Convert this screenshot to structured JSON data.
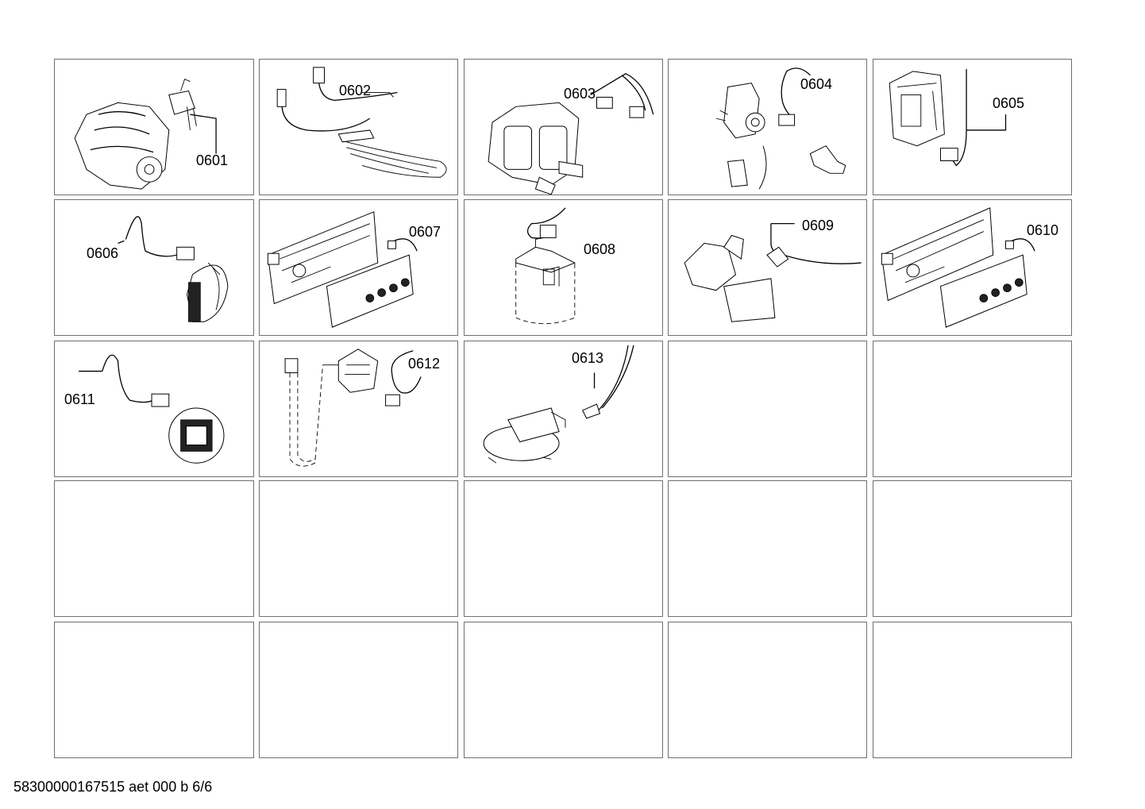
{
  "parts": [
    {
      "number": "0601",
      "illustration": "motor-icon"
    },
    {
      "number": "0602",
      "illustration": "heater-icon"
    },
    {
      "number": "0603",
      "illustration": "valve-icon"
    },
    {
      "number": "0604",
      "illustration": "valve-icon"
    },
    {
      "number": "0605",
      "illustration": "module-icon"
    },
    {
      "number": "0606",
      "illustration": "wire-harness-icon"
    },
    {
      "number": "0607",
      "illustration": "circuit-board-icon"
    },
    {
      "number": "0608",
      "illustration": "filter-icon"
    },
    {
      "number": "0609",
      "illustration": "pump-icon"
    },
    {
      "number": "0610",
      "illustration": "circuit-board-icon"
    },
    {
      "number": "0611",
      "illustration": "wire-harness-icon"
    },
    {
      "number": "0612",
      "illustration": "pump-icon"
    },
    {
      "number": "0613",
      "illustration": "pressure-switch-icon"
    }
  ],
  "footer": {
    "document_id": "58300000167515 aet 000 b 6/6"
  }
}
